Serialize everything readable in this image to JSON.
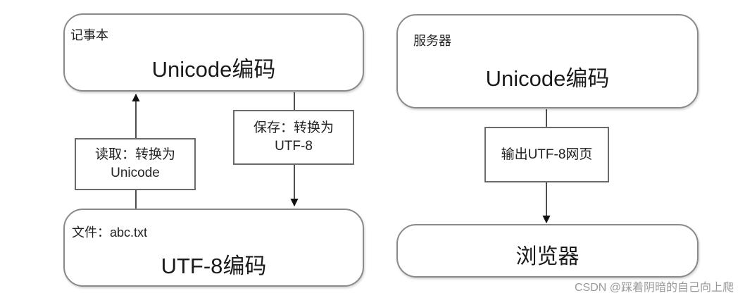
{
  "notepad": {
    "tag": "记事本",
    "title": "Unicode编码"
  },
  "file": {
    "tag": "文件：abc.txt",
    "title": "UTF-8编码"
  },
  "read_label": {
    "line1": "读取：转换为",
    "line2": "Unicode"
  },
  "save_label": {
    "line1": "保存：转换为",
    "line2": "UTF-8"
  },
  "server": {
    "tag": "服务器",
    "title": "Unicode编码"
  },
  "output_label": "输出UTF-8网页",
  "browser": {
    "title": "浏览器"
  },
  "watermark": "CSDN @踩着阴暗的自己向上爬"
}
